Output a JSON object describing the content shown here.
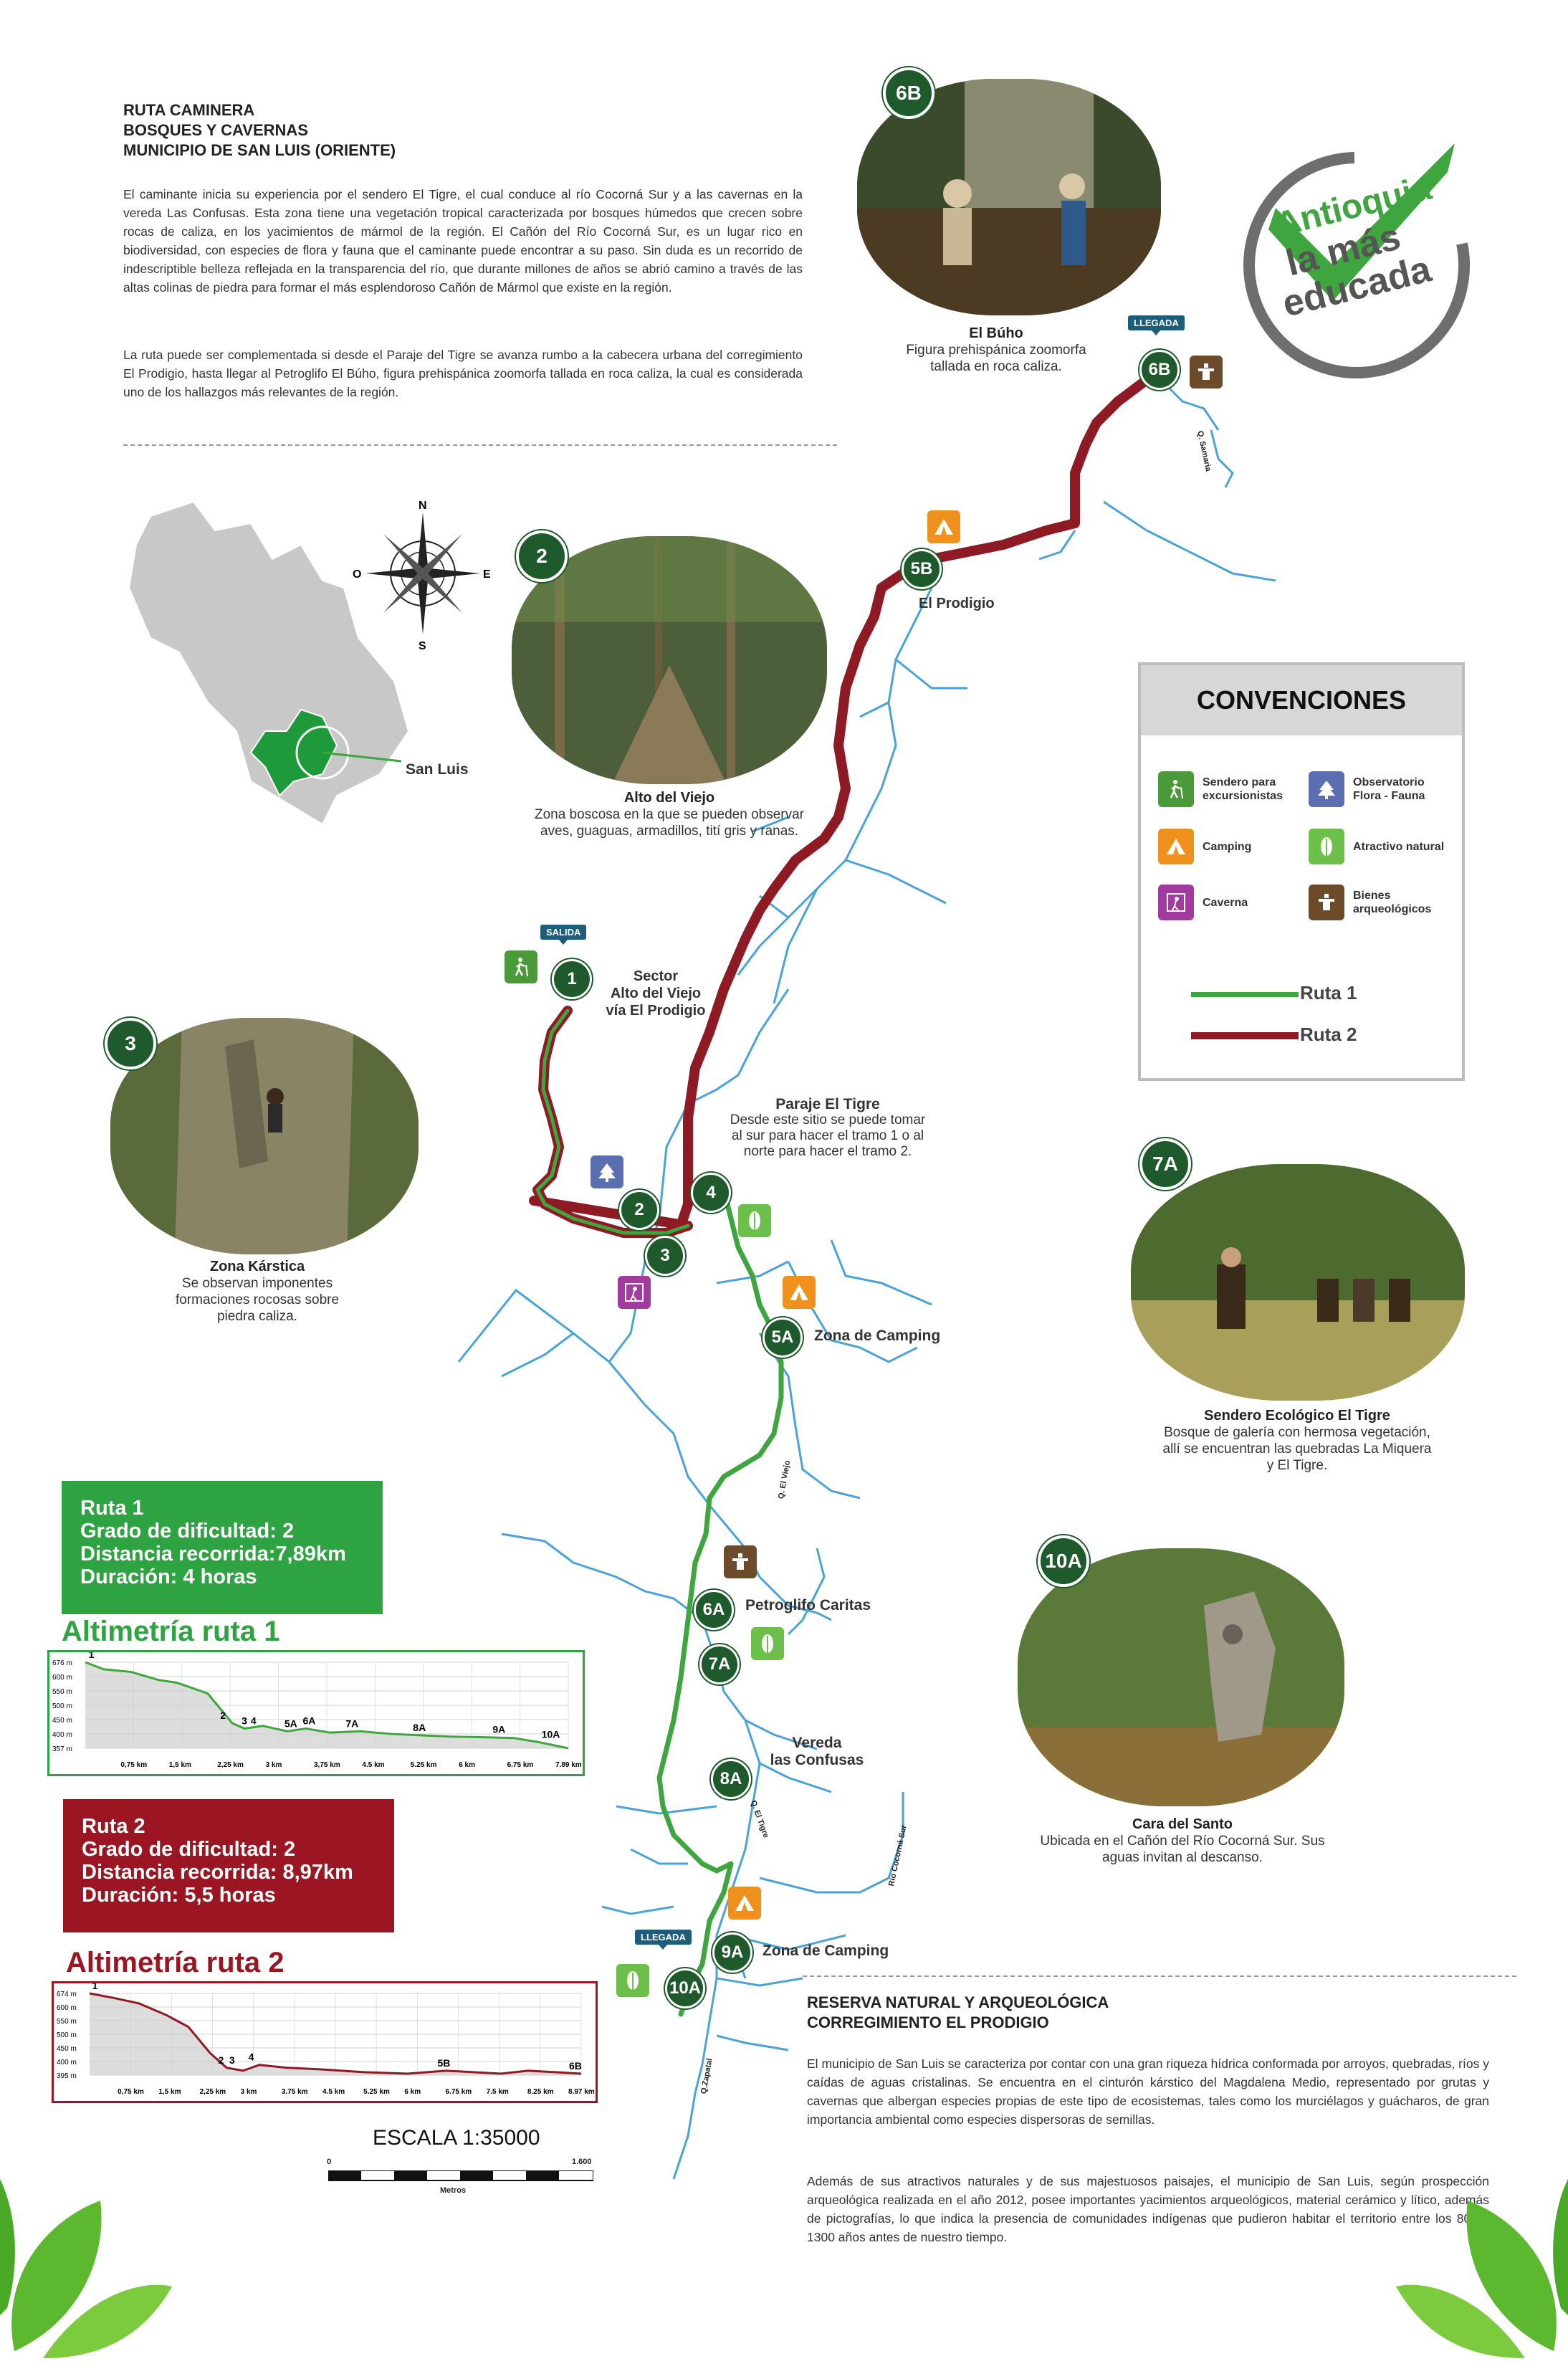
{
  "intro": {
    "title_lines": [
      "RUTA CAMINERA",
      "BOSQUES Y CAVERNAS",
      "MUNICIPIO DE SAN LUIS (ORIENTE)"
    ],
    "paragraph_1": "El caminante inicia su experiencia por el sendero El Tigre, el cual conduce al río Cocorná Sur y a las cavernas en la vereda Las Confusas. Esta zona tiene una vegetación tropical caracterizada por bosques húmedos que crecen sobre rocas de caliza, en los yacimientos de mármol de la región. El Cañón del Río Cocorná Sur, es un lugar rico en biodiversidad, con especies de flora y fauna que el caminante puede encontrar a su paso. Sin duda es un recorrido de indescriptible belleza reflejada en la transparencia del río, que durante millones de años se abrió camino a través de las altas colinas de piedra para formar el más esplendoroso Cañón de Mármol que existe en la región.",
    "paragraph_2": "La ruta puede ser complementada si desde el Paraje del Tigre se avanza rumbo a la cabecera urbana del corregimiento El Prodigio, hasta llegar al Petroglifo El Búho, figura prehispánica zoomorfa tallada en roca caliza, la cual es considerada  uno de los hallazgos más relevantes de la región."
  },
  "logo": {
    "line1": "Antioquia",
    "line2": "la más",
    "line3": "educada"
  },
  "compass": {
    "n": "N",
    "s": "S",
    "e": "E",
    "o": "O"
  },
  "locator": {
    "label": "San Luis"
  },
  "photos": {
    "p6b": {
      "badge": "6B",
      "title": "El Búho",
      "text": "Figura prehispánica zoomorfa tallada en roca caliza."
    },
    "p2": {
      "badge": "2",
      "title": "Alto del Viejo",
      "text": "Zona boscosa en la que se pueden observar aves, guaguas, armadillos, tití gris y ranas."
    },
    "p3": {
      "badge": "3",
      "title": "Zona Kárstica",
      "text": "Se observan imponentes formaciones rocosas sobre piedra caliza."
    },
    "p7a": {
      "badge": "7A",
      "title": "Sendero Ecológico El Tigre",
      "text": "Bosque de galería con hermosa vegetación, allí se encuentran las quebradas La Miquera y El Tigre."
    },
    "p10a": {
      "badge": "10A",
      "title": "Cara del Santo",
      "text": "Ubicada en el Cañón del Río Cocorná Sur. Sus aguas invitan al descanso."
    }
  },
  "map": {
    "flags": {
      "salida": "SALIDA",
      "llegada_6b": "LLEGADA",
      "llegada_10a": "LLEGADA"
    },
    "points": {
      "p1": "1",
      "p2": "2",
      "p3": "3",
      "p4": "4",
      "p5a": "5A",
      "p5b": "5B",
      "p6a": "6A",
      "p6b": "6B",
      "p7a": "7A",
      "p8a": "8A",
      "p9a": "9A",
      "p10a": "10A"
    },
    "labels": {
      "sector": "Sector",
      "sector2": "Alto del Viejo",
      "sector3": "vía El Prodigio",
      "prodigio": "El Prodigio",
      "paraje_title": "Paraje El Tigre",
      "paraje_text": "Desde este sitio se puede tomar al sur para hacer el tramo 1 o al norte para hacer el tramo 2.",
      "camping5a": "Zona de Camping",
      "caritas": "Petroglifo Caritas",
      "vereda1": "Vereda",
      "vereda2": "las Confusas",
      "camping9a": "Zona de Camping"
    },
    "rivers": {
      "samaria": "Q. Samaria",
      "elviejo": "Q. El Viejo",
      "eltigre": "Q. El Tigre",
      "cocorna": "Río Cocorná Sur",
      "zapatal": "Q.Zapatal"
    }
  },
  "legend": {
    "title": "CONVENCIONES",
    "items": [
      {
        "icon": "hiker-icon",
        "label": "Sendero para excursionistas"
      },
      {
        "icon": "tree-icon",
        "label": "Observatorio Flora - Fauna"
      },
      {
        "icon": "tent-icon",
        "label": "Camping"
      },
      {
        "icon": "leaf-icon",
        "label": "Atractivo natural"
      },
      {
        "icon": "cave-icon",
        "label": "Caverna"
      },
      {
        "icon": "archaeology-icon",
        "label": "Bienes arqueológicos"
      }
    ],
    "route1": "Ruta 1",
    "route2": "Ruta 2"
  },
  "colors": {
    "route1": "#3fa63f",
    "route2": "#8e1a24",
    "river": "#4aa3d8",
    "badge": "#1e5a2b",
    "box1": "#2ea342",
    "box2": "#9b1622"
  },
  "route1_box": {
    "l1": "Ruta 1",
    "l2": "Grado de dificultad: 2",
    "l3": "Distancia recorrida:7,89km",
    "l4": "Duración: 4 horas"
  },
  "route2_box": {
    "l1": "Ruta 2",
    "l2": "Grado de dificultad: 2",
    "l3": "Distancia recorrida: 8,97km",
    "l4": "Duración: 5,5 horas"
  },
  "chart_data": [
    {
      "type": "area",
      "title": "Altimetría ruta 1",
      "y_ticks": [
        "676 m",
        "600 m",
        "550 m",
        "500 m",
        "450 m",
        "400 m",
        "357 m"
      ],
      "x_ticks": [
        "0,75 km",
        "1,5 km",
        "2,25 km",
        "3 km",
        "3,75 km",
        "4.5 km",
        "5.25 km",
        "6 km",
        "6.75 km",
        "7.89 km"
      ],
      "x": [
        0,
        0.3,
        0.75,
        1.2,
        1.5,
        2.0,
        2.4,
        2.6,
        2.9,
        3.3,
        3.6,
        4.0,
        4.5,
        5.0,
        5.5,
        6.0,
        6.5,
        7.0,
        7.4,
        7.89
      ],
      "y": [
        676,
        650,
        640,
        610,
        600,
        560,
        450,
        430,
        440,
        420,
        430,
        415,
        420,
        410,
        405,
        400,
        398,
        395,
        380,
        357
      ],
      "point_labels": [
        {
          "x": 0.1,
          "label": "1"
        },
        {
          "x": 2.25,
          "label": "2"
        },
        {
          "x": 2.6,
          "label": "3"
        },
        {
          "x": 2.75,
          "label": "4"
        },
        {
          "x": 3.3,
          "label": "5A"
        },
        {
          "x": 3.6,
          "label": "6A"
        },
        {
          "x": 4.3,
          "label": "7A"
        },
        {
          "x": 5.4,
          "label": "8A"
        },
        {
          "x": 6.7,
          "label": "9A"
        },
        {
          "x": 7.5,
          "label": "10A"
        }
      ],
      "ylim": [
        357,
        676
      ],
      "xlim": [
        0,
        7.89
      ]
    },
    {
      "type": "area",
      "title": "Altimetría ruta 2",
      "y_ticks": [
        "674 m",
        "600 m",
        "550 m",
        "500 m",
        "450 m",
        "400 m",
        "395 m"
      ],
      "x_ticks": [
        "0,75 km",
        "1,5 km",
        "2,25 km",
        "3 km",
        "3.75 km",
        "4.5 km",
        "5.25 km",
        "6 km",
        "6.75 km",
        "7.5 km",
        "8.25 km",
        "8.97 km"
      ],
      "x": [
        0,
        0.4,
        0.9,
        1.4,
        1.8,
        2.2,
        2.5,
        2.8,
        3.1,
        3.6,
        4.2,
        5.0,
        5.8,
        6.5,
        7.0,
        7.5,
        8.0,
        8.5,
        8.97
      ],
      "y": [
        674,
        660,
        640,
        600,
        560,
        470,
        420,
        410,
        430,
        420,
        415,
        405,
        400,
        410,
        405,
        400,
        410,
        405,
        400
      ],
      "point_labels": [
        {
          "x": 0.1,
          "label": "1"
        },
        {
          "x": 2.4,
          "label": "2"
        },
        {
          "x": 2.6,
          "label": "3"
        },
        {
          "x": 2.95,
          "label": "4"
        },
        {
          "x": 6.4,
          "label": "5B"
        },
        {
          "x": 8.8,
          "label": "6B"
        }
      ],
      "ylim": [
        395,
        674
      ],
      "xlim": [
        0,
        8.97
      ]
    }
  ],
  "scale": {
    "title": "ESCALA 1:35000",
    "min": "0",
    "max": "1.600",
    "unit": "Metros"
  },
  "reserve": {
    "title1": "RESERVA NATURAL Y ARQUEOLÓGICA",
    "title2": "CORREGIMIENTO EL PRODIGIO",
    "p1": "El municipio de San Luis se caracteriza por contar con una gran riqueza hídrica conformada por arroyos, quebradas, ríos y caídas de aguas cristalinas. Se encuentra en el cinturón kárstico del Magdalena Medio, representado por grutas y cavernas que albergan especies propias de este tipo de ecosistemas, tales como los murciélagos y guácharos, de gran importancia ambiental como especies dispersoras de semillas.",
    "p2": "Además de sus atractivos naturales y de sus majestuosos paisajes, el municipio de San Luis, según prospección arqueológica realizada en el año 2012, posee importantes yacimientos arqueológicos, material cerámico y lítico, además de pictografías, lo que indica la presencia de comunidades indígenas que pudieron habitar el territorio entre los 800 y 1300 años antes de nuestro tiempo."
  }
}
